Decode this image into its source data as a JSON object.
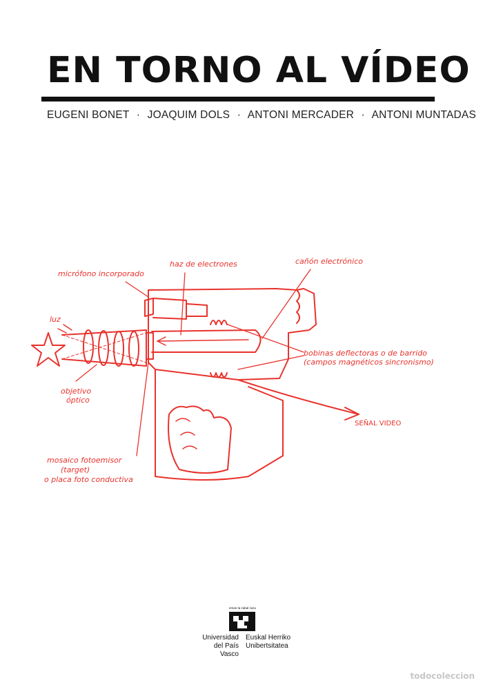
{
  "book": {
    "title": "EN TORNO AL VÍDEO",
    "authors": [
      "EUGENI BONET",
      "JOAQUIM DOLS",
      "ANTONI MERCADER",
      "ANTONI MUNTADAS"
    ],
    "separator": "·"
  },
  "diagram": {
    "stroke_color": "#e8322c",
    "labels": {
      "microphone": "micrófono incorporado",
      "electron_beam": "haz de electrones",
      "electron_gun": "cañón electrónico",
      "light": "luz",
      "coils_line1": "bobinas deflectoras o de barrido",
      "coils_line2": "(campos magnéticos sincronismo)",
      "lens_line1": "objetivo",
      "lens_line2": "óptico",
      "signal": "SEÑAL VIDEO",
      "target_line1": "mosaico fotoemisor",
      "target_line2": "(target)",
      "target_line3": "o placa foto conductiva"
    }
  },
  "publisher": {
    "motto": "eman ta zabal zazu",
    "name_es_line1": "Universidad",
    "name_es_line2": "del País Vasco",
    "name_eu_line1": "Euskal Herriko",
    "name_eu_line2": "Unibertsitatea"
  },
  "footer": {
    "watermark": "todocoleccion"
  }
}
